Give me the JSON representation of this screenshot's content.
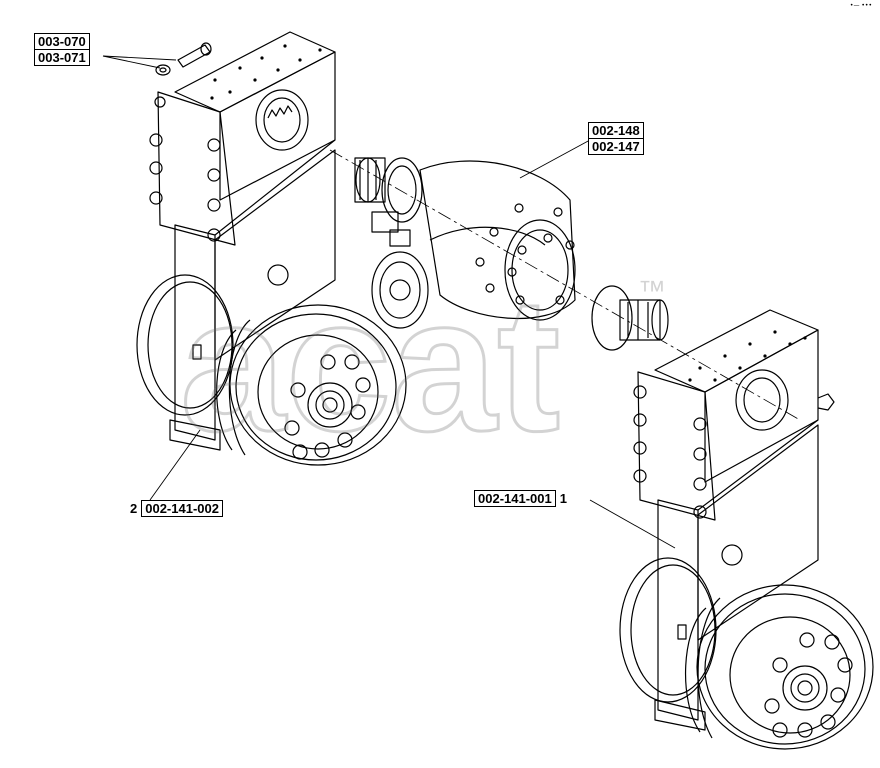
{
  "callouts": {
    "bolt_codes": [
      "003-070",
      "003-071"
    ],
    "axle_codes": [
      "002-148",
      "002-147"
    ],
    "left_final_drive": {
      "item": "2",
      "code": "002-141-002"
    },
    "right_final_drive": {
      "code": "002-141-001",
      "item": "1"
    }
  },
  "watermark": {
    "text": "acat",
    "trademark": "™"
  },
  "corner_mark": "•— •••"
}
